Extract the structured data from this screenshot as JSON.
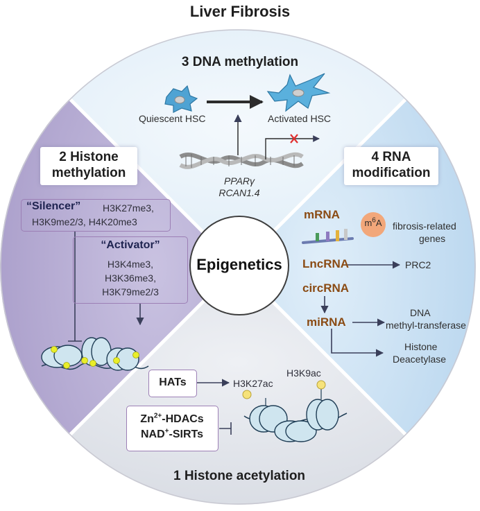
{
  "title": "Liver Fibrosis",
  "center_label": "Epigenetics",
  "sections": {
    "dna_methylation": {
      "heading": "3  DNA methylation",
      "quiescent": "Quiescent HSC",
      "activated": "Activated HSC",
      "gene1": "PPARγ",
      "gene2": "RCAN1.4",
      "colors": {
        "fill": "#e4f0f8"
      }
    },
    "rna_modification": {
      "heading_line1": "4  RNA",
      "heading_line2": "modification",
      "mrna": "mRNA",
      "m6a": "m6A",
      "m6a_base": "m",
      "m6a_sup": "6",
      "m6a_tail": "A",
      "fibrosis_genes_line1": "fibrosis-related",
      "fibrosis_genes_line2": "genes",
      "lncrna": "LncRNA",
      "prc2": "PRC2",
      "circrna": "circRNA",
      "mirna": "miRNA",
      "dna_mt_line1": "DNA",
      "dna_mt_line2": "methyl-transferase",
      "hdac_line1": "Histone",
      "hdac_line2": "Deacetylase",
      "colors": {
        "fill": "#c9e1f3",
        "label": "#8a4b14"
      }
    },
    "histone_methylation": {
      "heading_line1": "2  Histone",
      "heading_line2": "methylation",
      "silencer_label": "“Silencer”",
      "silencer_marks_line1": "H3K27me3,",
      "silencer_marks_line2": "H3K9me2/3, H4K20me3",
      "activator_label": "“Activator”",
      "activator_marks": [
        "H3K4me3,",
        "H3K36me3,",
        "H3K79me2/3"
      ],
      "colors": {
        "fill": "#b8aed3",
        "box_border": "#9c7fb5"
      }
    },
    "histone_acetylation": {
      "heading": "1  Histone acetylation",
      "hats": "HATs",
      "h3k27ac": "H3K27ac",
      "h3k9ac": "H3K9ac",
      "hdacs_prefix": "Zn",
      "hdacs_sup": "2+",
      "hdacs_suffix": "-HDACs",
      "sirts_prefix": "NAD",
      "sirts_sup": "+",
      "sirts_suffix": "-SIRTs",
      "colors": {
        "fill": "#e6e9ee"
      }
    }
  }
}
